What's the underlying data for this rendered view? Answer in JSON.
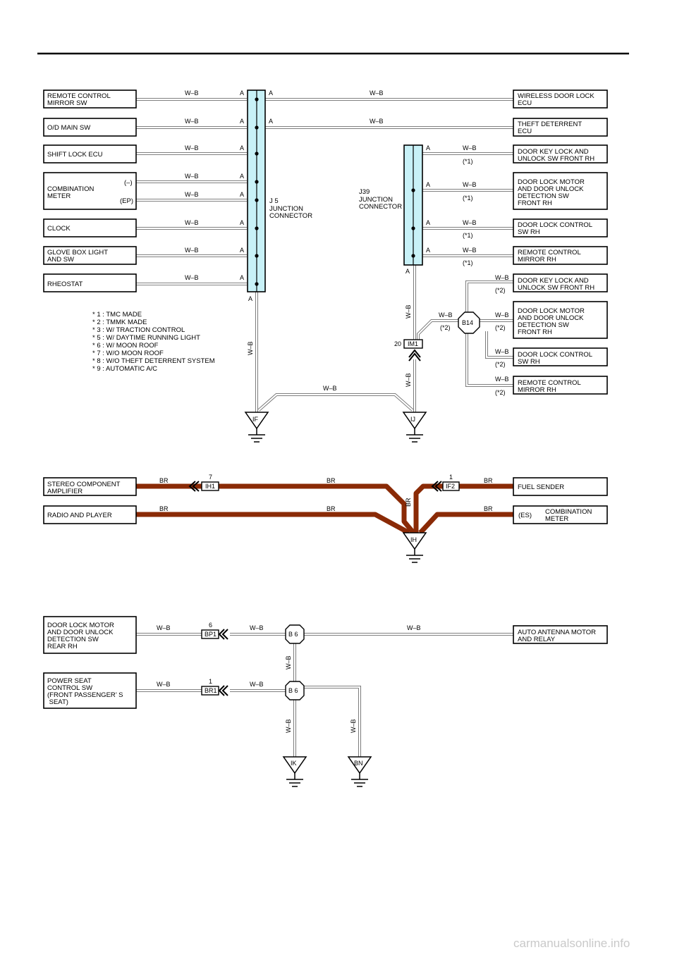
{
  "section1": {
    "left_components": {
      "remote_mirror": [
        "REMOTE CONTROL",
        "MIRROR SW"
      ],
      "od_main": "O/D MAIN SW",
      "shift_lock": "SHIFT LOCK ECU",
      "combination_meter": [
        "COMBINATION",
        "METER"
      ],
      "combination_pin_minus": "(–)",
      "combination_pin_ep": "(EP)",
      "clock": "CLOCK",
      "glove_box": [
        "GLOVE BOX LIGHT",
        "AND SW"
      ],
      "rheostat": "RHEOSTAT"
    },
    "right_components": {
      "wireless_ecu": [
        "WIRELESS DOOR LOCK",
        "ECU"
      ],
      "theft_ecu": [
        "THEFT DETERRENT",
        "ECU"
      ],
      "key_lock_1": [
        "DOOR KEY LOCK AND",
        "UNLOCK SW FRONT RH"
      ],
      "lock_motor_1": [
        "DOOR LOCK MOTOR",
        "AND DOOR UNLOCK",
        "DETECTION SW",
        "FRONT RH"
      ],
      "lock_control_1": [
        "DOOR LOCK CONTROL",
        "SW RH"
      ],
      "remote_mirror_rh_1": [
        "REMOTE CONTROL",
        "MIRROR RH"
      ],
      "key_lock_2": [
        "DOOR KEY LOCK AND",
        "UNLOCK SW FRONT RH"
      ],
      "lock_motor_2": [
        "DOOR LOCK MOTOR",
        "AND DOOR UNLOCK",
        "DETECTION SW",
        "FRONT RH"
      ],
      "lock_control_2": [
        "DOOR LOCK CONTROL",
        "SW RH"
      ],
      "remote_mirror_rh_2": [
        "REMOTE CONTROL",
        "MIRROR RH"
      ]
    },
    "j5_label": [
      "J 5",
      "JUNCTION",
      "CONNECTOR"
    ],
    "j39_label": [
      "J39",
      "JUNCTION",
      "CONNECTOR"
    ],
    "wire_color": "W–B",
    "pin_a": "A",
    "note_1": "(*1)",
    "note_2": "(*2)",
    "b14": "B14",
    "im1": "IM1",
    "im1_pin": "20",
    "ground_if": "IF",
    "ground_ij": "IJ",
    "footnotes": [
      "* 1 : TMC MADE",
      "* 2 : TMMK MADE",
      "* 3 : W/ TRACTION CONTROL",
      "* 5 : W/ DAYTIME RUNNING LIGHT",
      "* 6 : W/  MOON ROOF",
      "* 7 : W/O MOON ROOF",
      "* 8 : W/O THEFT DETERRENT SYSTEM",
      "* 9 : AUTOMATIC A/C"
    ]
  },
  "section2": {
    "stereo": [
      "STEREO COMPONENT",
      "AMPLIFIER"
    ],
    "radio": "RADIO AND PLAYER",
    "fuel": "FUEL SENDER",
    "combination_meter": [
      "COMBINATION",
      "METER"
    ],
    "combination_pin": "(ES)",
    "wire_color": "BR",
    "ih1": "IH1",
    "ih1_pin": "7",
    "if2": "IF2",
    "if2_pin": "1",
    "ground_ih": "IH"
  },
  "section3": {
    "door_lock_motor_rear": [
      "DOOR LOCK MOTOR",
      "AND DOOR UNLOCK",
      "DETECTION SW",
      "REAR RH"
    ],
    "power_seat": [
      "POWER SEAT",
      "CONTROL SW",
      "(FRONT PASSENGER’ S",
      " SEAT)"
    ],
    "antenna": [
      "AUTO ANTENNA MOTOR",
      "AND RELAY"
    ],
    "wire_color": "W–B",
    "bp1": "BP1",
    "bp1_pin": "6",
    "br1": "BR1",
    "br1_pin": "1",
    "b6": "B 6",
    "ground_ik": "IK",
    "ground_bn": "BN"
  },
  "watermark": "carmanualsonline.info",
  "colors": {
    "junction_fill": "#c8f1f7",
    "br_wire": "#8a2a06",
    "wire_gray": "#6e6e6e"
  }
}
